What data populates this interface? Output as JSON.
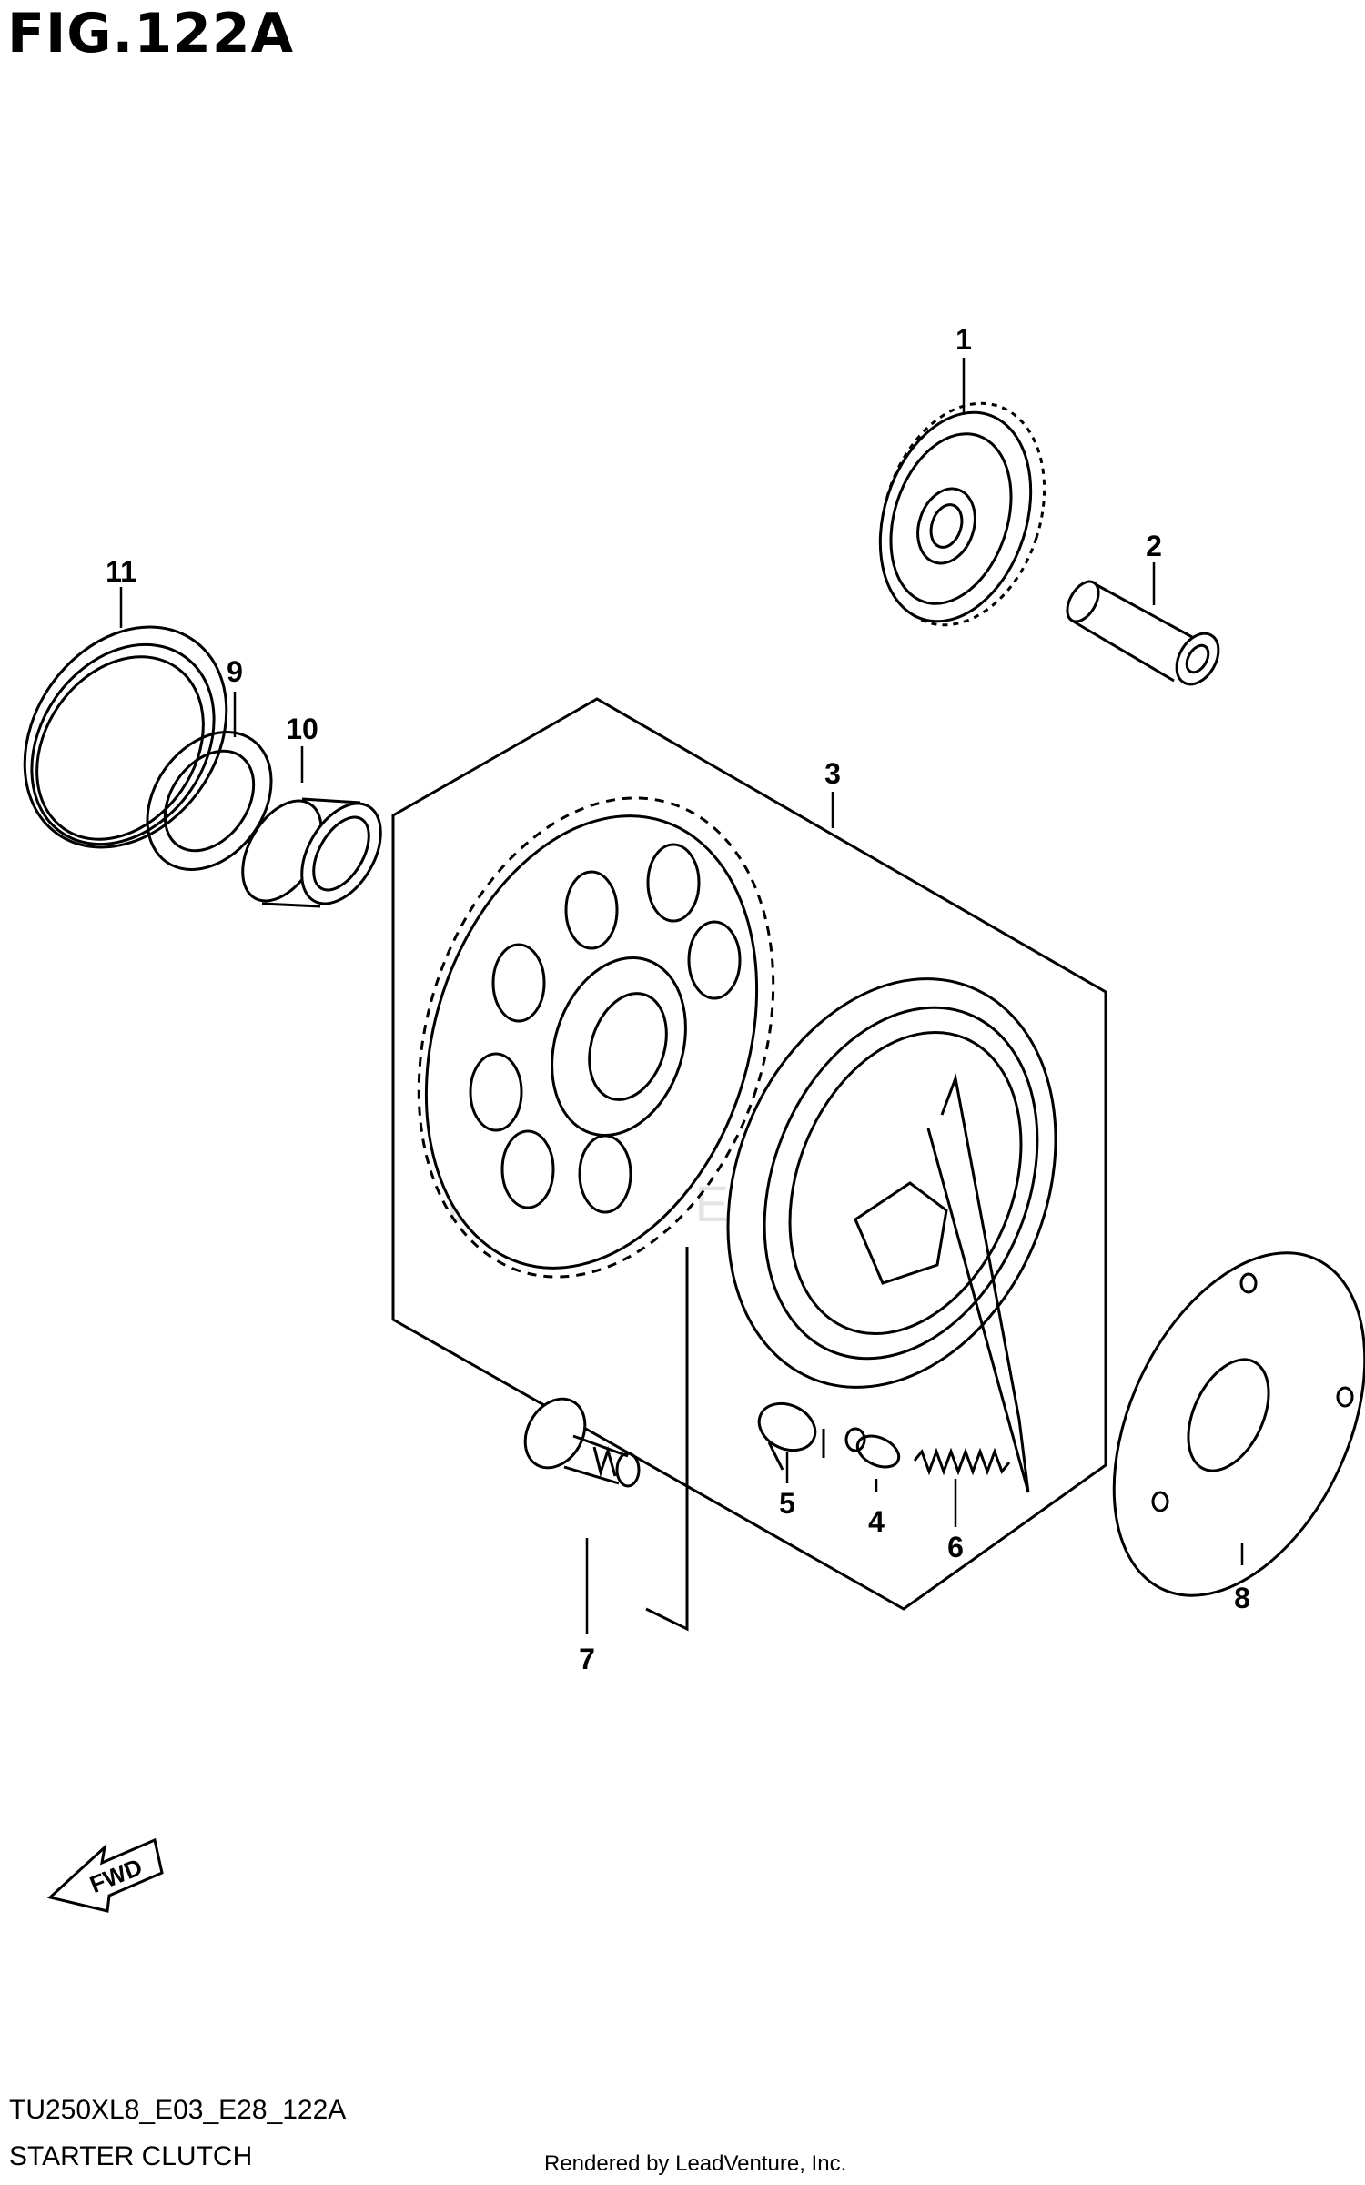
{
  "figure": {
    "title": "FIG.122A",
    "code": "TU250XL8_E03_E28_122A",
    "name": "STARTER CLUTCH",
    "credit": "Rendered by LeadVenture, Inc.",
    "watermark": "LEADVENTURE",
    "fwd_label": "FWD"
  },
  "callouts": {
    "c1": "1",
    "c2": "2",
    "c3": "3",
    "c4": "4",
    "c5": "5",
    "c6": "6",
    "c7": "7",
    "c8": "8",
    "c9": "9",
    "c10": "10",
    "c11": "11"
  },
  "colors": {
    "line": "#000000",
    "background": "#ffffff",
    "watermark": "#e4e4e4"
  }
}
